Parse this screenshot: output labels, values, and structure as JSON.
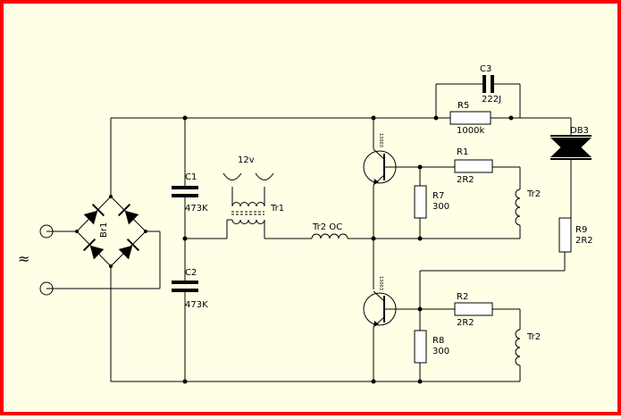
{
  "diagram": {
    "colors": {
      "border": "#ff0000",
      "background": "#ffffe6",
      "ink": "#000000"
    },
    "ac_input": {
      "symbol": "≈"
    },
    "bridge": {
      "label": "Br1"
    },
    "capacitors": [
      {
        "label": "C1",
        "value": "473K"
      },
      {
        "label": "C2",
        "value": "473K"
      },
      {
        "label": "C3",
        "value": "222J"
      }
    ],
    "transformer": {
      "label": "Tr1",
      "secondary": "12v"
    },
    "inductor": {
      "label": "Tr2 OC"
    },
    "resistors": [
      {
        "label": "R1",
        "value": "2R2"
      },
      {
        "label": "R2",
        "value": "2R2"
      },
      {
        "label": "R5",
        "value": "1000k"
      },
      {
        "label": "R7",
        "value": "300"
      },
      {
        "label": "R8",
        "value": "300"
      },
      {
        "label": "R9",
        "value": "2R2"
      }
    ],
    "base_windings": [
      {
        "label": "Tr2"
      },
      {
        "label": "Tr2"
      }
    ],
    "diac": {
      "label": "DB3"
    },
    "transistors": [
      {
        "marking": "13003"
      },
      {
        "marking": "13003"
      }
    ]
  }
}
